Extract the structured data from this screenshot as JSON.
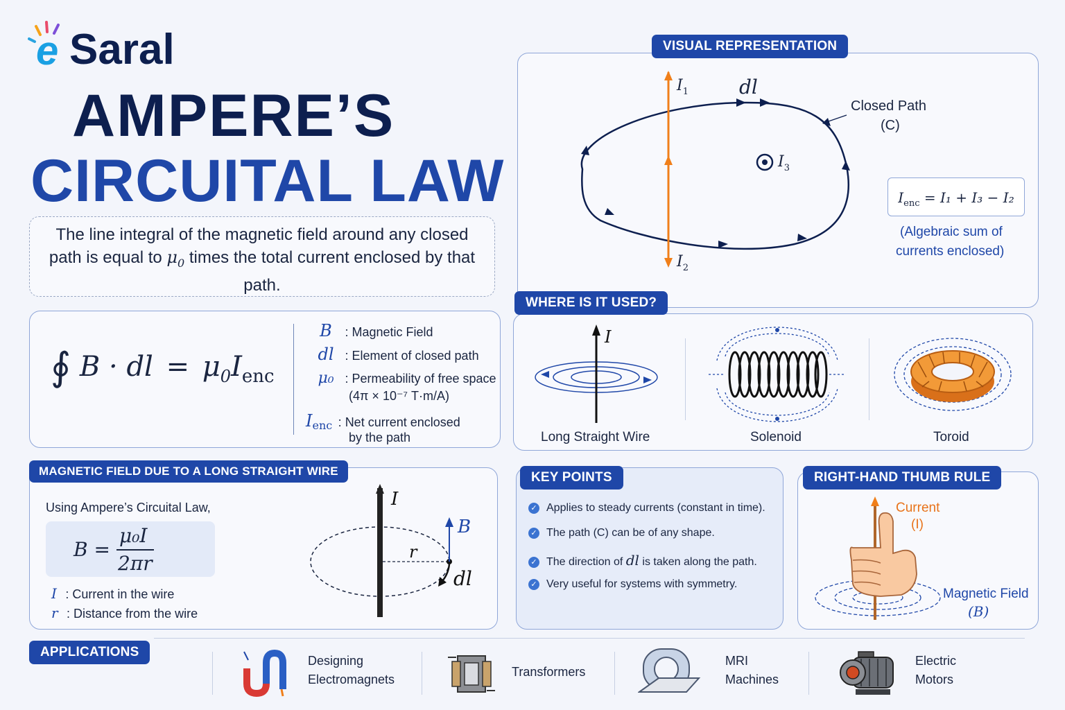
{
  "brand": {
    "name": "Saral",
    "prefix": "e"
  },
  "title": {
    "line1": "AMPERE’S",
    "line2": "CIRCUITAL LAW"
  },
  "definition": {
    "before": "The line integral of the magnetic field around any closed path is equal to ",
    "symbol": "μ",
    "sub": "0",
    "after": " times the total current enclosed by that path."
  },
  "equation": {
    "lhs": "∮",
    "integrand": "B · dl",
    "equals": "=",
    "rhs": "μ",
    "rhs_sub": "0",
    "current": "I",
    "current_sub": "enc",
    "legend": [
      {
        "symbol": "B",
        "text": "Magnetic Field"
      },
      {
        "symbol": "dl",
        "text": "Element of closed path"
      },
      {
        "symbol": "μ₀",
        "text": "Permeability of free space",
        "text2": "(4π × 10⁻⁷ T·m/A)"
      },
      {
        "symbol": "I",
        "sub": "enc",
        "text": "Net current enclosed",
        "text2": "by the path"
      }
    ]
  },
  "visual": {
    "tag": "VISUAL REPRESENTATION",
    "closed_path": "Closed Path",
    "closed_path_2": "(C)",
    "i1": "I",
    "i1_sub": "1",
    "i2": "I",
    "i2_sub": "2",
    "i3": "I",
    "i3_sub": "3",
    "dl": "dl",
    "ienc_formula": "I",
    "ienc_sub": "enc",
    "ienc_rhs": "= I₁ + I₃ − I₂",
    "note1": "(Algebraic sum of",
    "note2": "currents enclosed)"
  },
  "where_used": {
    "tag": "WHERE IS IT USED?",
    "items": [
      {
        "label": "Long Straight Wire",
        "symbol": "I"
      },
      {
        "label": "Solenoid"
      },
      {
        "label": "Toroid"
      }
    ]
  },
  "wire": {
    "tag": "MAGNETIC FIELD DUE TO A LONG STRAIGHT WIRE",
    "intro": "Using Ampere’s Circuital Law,",
    "formula_lhs": "B =",
    "numerator": "μ₀I",
    "denominator": "2πr",
    "defs": [
      {
        "symbol": "I",
        "text": ": Current in the wire"
      },
      {
        "symbol": "r",
        "text": ": Distance from the wire"
      }
    ],
    "diagram": {
      "i": "I",
      "r": "r",
      "b": "B",
      "dl": "dl"
    }
  },
  "key_points": {
    "tag": "KEY POINTS",
    "items": [
      "Applies to steady currents (constant in time).",
      "The path (C) can be of any shape.",
      "The direction of",
      "Very useful for systems with symmetry."
    ],
    "item3_symbol": "dl",
    "item3_rest": "is taken along the path."
  },
  "thumb_rule": {
    "tag": "RIGHT-HAND THUMB RULE",
    "current": "Current",
    "current_sym": "(I)",
    "field": "Magnetic Field",
    "field_sym": "(B)"
  },
  "applications": {
    "tag": "APPLICATIONS",
    "items": [
      {
        "line1": "Designing",
        "line2": "Electromagnets"
      },
      {
        "line1": "Transformers",
        "line2": ""
      },
      {
        "line1": "MRI",
        "line2": "Machines"
      },
      {
        "line1": "Electric",
        "line2": "Motors"
      }
    ]
  },
  "colors": {
    "navy": "#0d1f4f",
    "blue": "#1f47a8",
    "orange": "#f07f1a",
    "border": "#8fa6d8"
  }
}
